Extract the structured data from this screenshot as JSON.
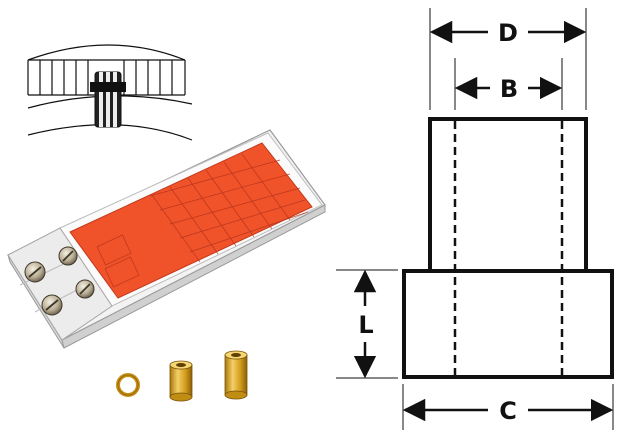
{
  "dimensions": {
    "d_label": "D",
    "b_label": "B",
    "l_label": "L",
    "c_label": "C"
  },
  "colors": {
    "case_panel": "#f0522a",
    "brass": "#d9a520",
    "line": "#111111"
  }
}
